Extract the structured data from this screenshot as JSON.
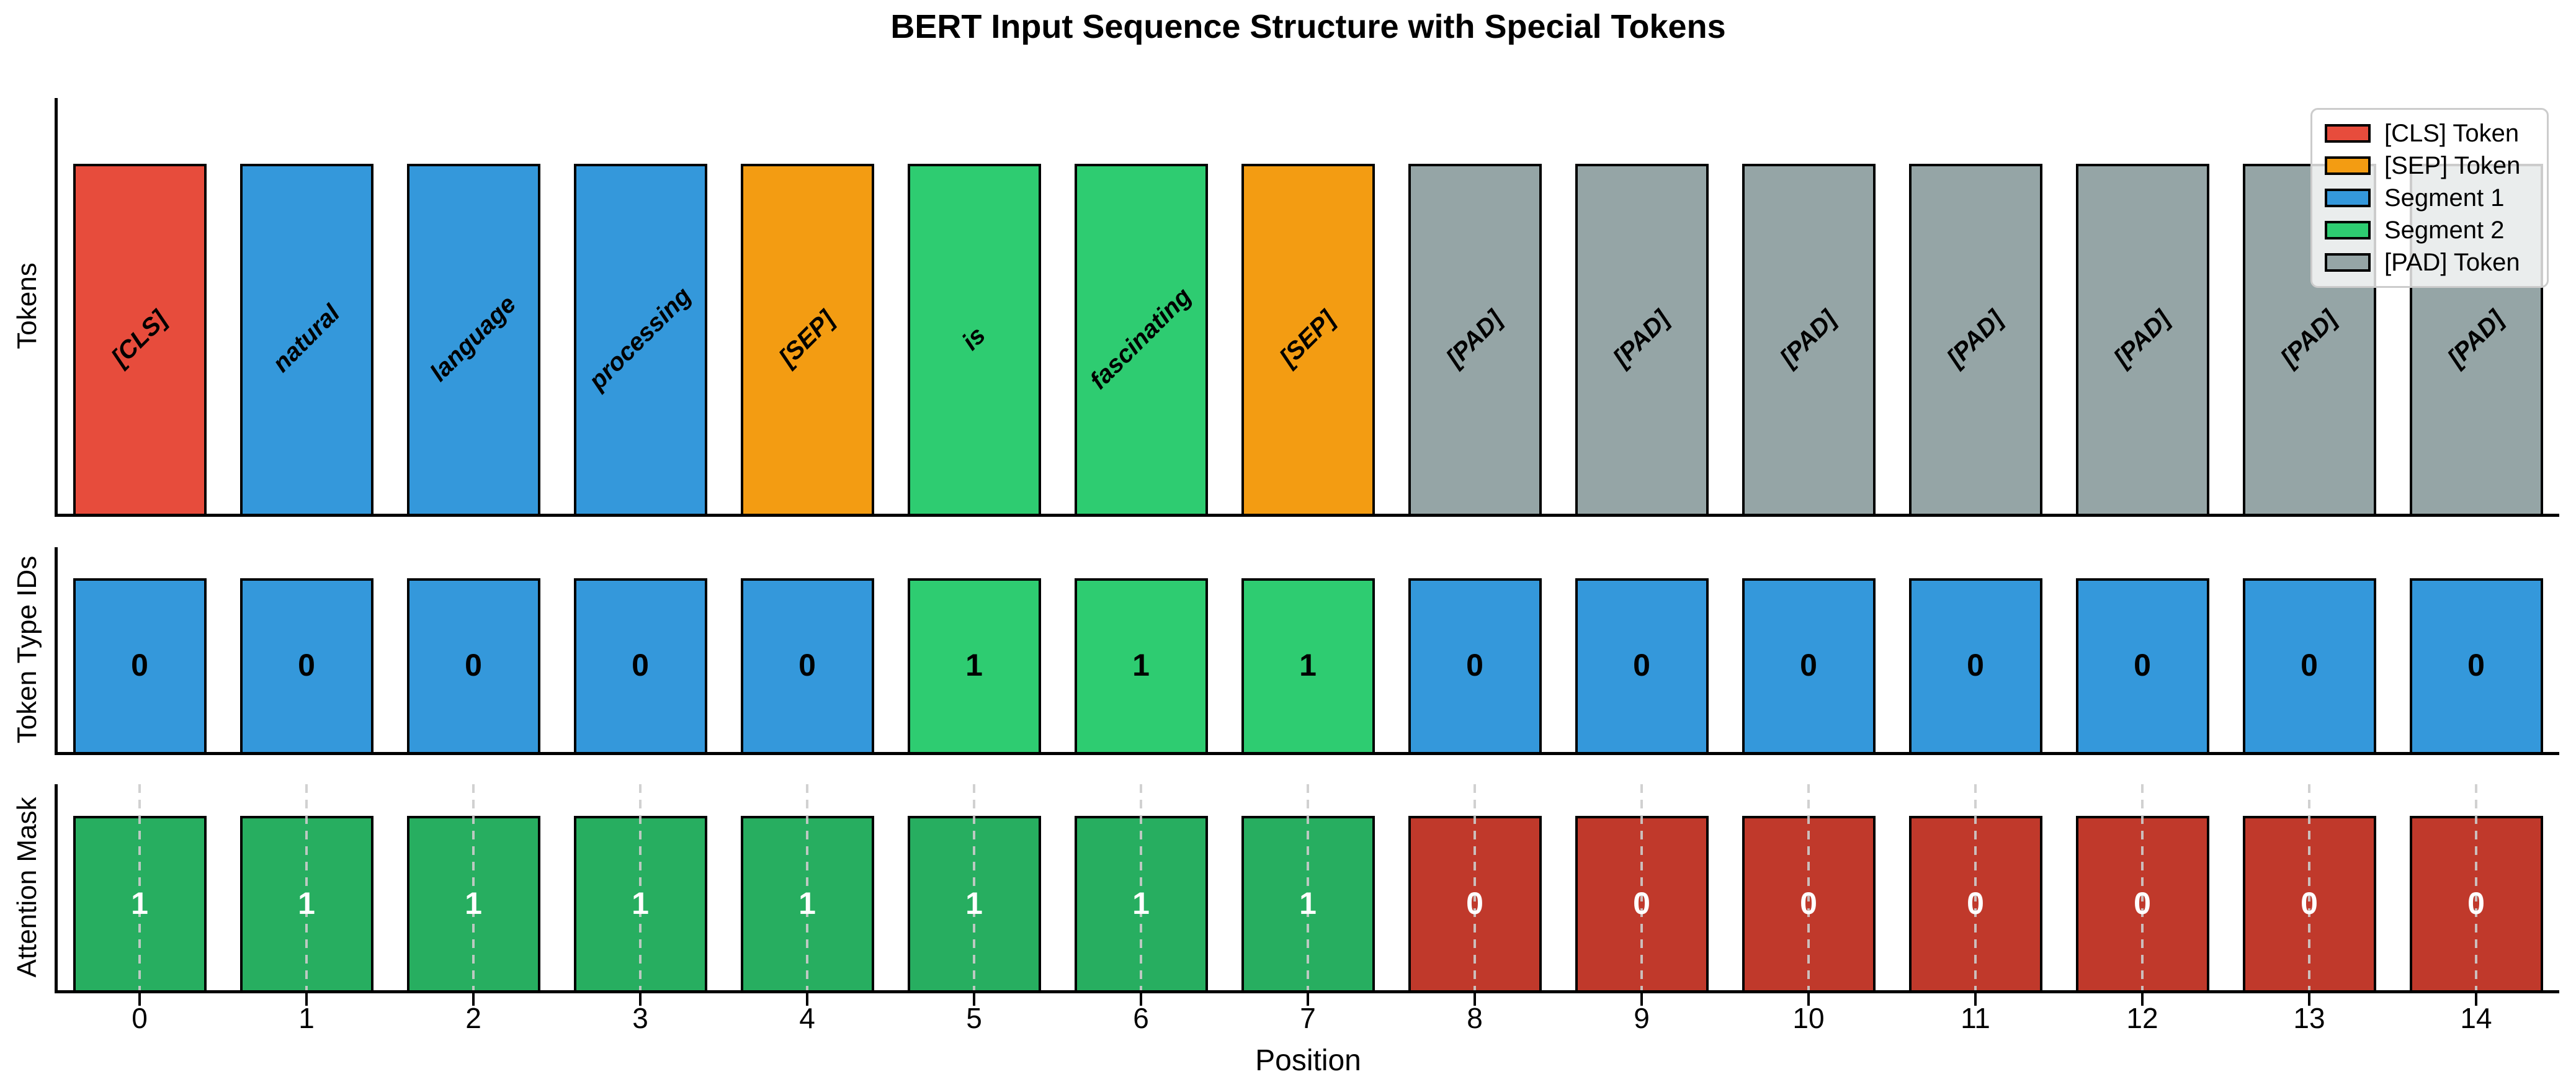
{
  "title": "BERT Input Sequence Structure with Special Tokens",
  "xlabel": "Position",
  "x_tick_labels": [
    "0",
    "1",
    "2",
    "3",
    "4",
    "5",
    "6",
    "7",
    "8",
    "9",
    "10",
    "11",
    "12",
    "13",
    "14"
  ],
  "legend": {
    "entries": [
      {
        "label": "[CLS] Token",
        "color": "#e74c3c"
      },
      {
        "label": "[SEP] Token",
        "color": "#f39c12"
      },
      {
        "label": "Segment 1",
        "color": "#3498db"
      },
      {
        "label": "Segment 2",
        "color": "#2ecc71"
      },
      {
        "label": "[PAD] Token",
        "color": "#95a5a6"
      }
    ]
  },
  "chart_data": [
    {
      "type": "bar",
      "name": "tokens",
      "ylabel": "Tokens",
      "x": [
        0,
        1,
        2,
        3,
        4,
        5,
        6,
        7,
        8,
        9,
        10,
        11,
        12,
        13,
        14
      ],
      "bar_labels": [
        "[CLS]",
        "natural",
        "language",
        "processing",
        "[SEP]",
        "is",
        "fascinating",
        "[SEP]",
        "[PAD]",
        "[PAD]",
        "[PAD]",
        "[PAD]",
        "[PAD]",
        "[PAD]",
        "[PAD]"
      ],
      "bar_colors": [
        "#e74c3c",
        "#3498db",
        "#3498db",
        "#3498db",
        "#f39c12",
        "#2ecc71",
        "#2ecc71",
        "#f39c12",
        "#95a5a6",
        "#95a5a6",
        "#95a5a6",
        "#95a5a6",
        "#95a5a6",
        "#95a5a6",
        "#95a5a6"
      ],
      "bar_display_height": 0.85,
      "ylim": [
        0,
        1
      ],
      "xlim": [
        -0.5,
        14.5
      ],
      "label_rotation_deg": 45,
      "grid": false
    },
    {
      "type": "bar",
      "name": "token_type_ids",
      "ylabel": "Token Type IDs",
      "x": [
        0,
        1,
        2,
        3,
        4,
        5,
        6,
        7,
        8,
        9,
        10,
        11,
        12,
        13,
        14
      ],
      "values": [
        0,
        0,
        0,
        0,
        0,
        1,
        1,
        1,
        0,
        0,
        0,
        0,
        0,
        0,
        0
      ],
      "value_color_map": {
        "0": "#3498db",
        "1": "#2ecc71"
      },
      "value_label_color": "#000000",
      "bar_display_height": 0.85,
      "ylim": [
        0,
        1
      ],
      "grid": false
    },
    {
      "type": "bar",
      "name": "attention_mask",
      "ylabel": "Attention Mask",
      "x": [
        0,
        1,
        2,
        3,
        4,
        5,
        6,
        7,
        8,
        9,
        10,
        11,
        12,
        13,
        14
      ],
      "values": [
        1,
        1,
        1,
        1,
        1,
        1,
        1,
        1,
        0,
        0,
        0,
        0,
        0,
        0,
        0
      ],
      "value_color_map": {
        "1": "#27ae60",
        "0": "#c0392b"
      },
      "value_label_color": "#ffffff",
      "bar_display_height": 0.85,
      "ylim": [
        0,
        1
      ],
      "grid": true,
      "grid_style": "dashed"
    }
  ]
}
